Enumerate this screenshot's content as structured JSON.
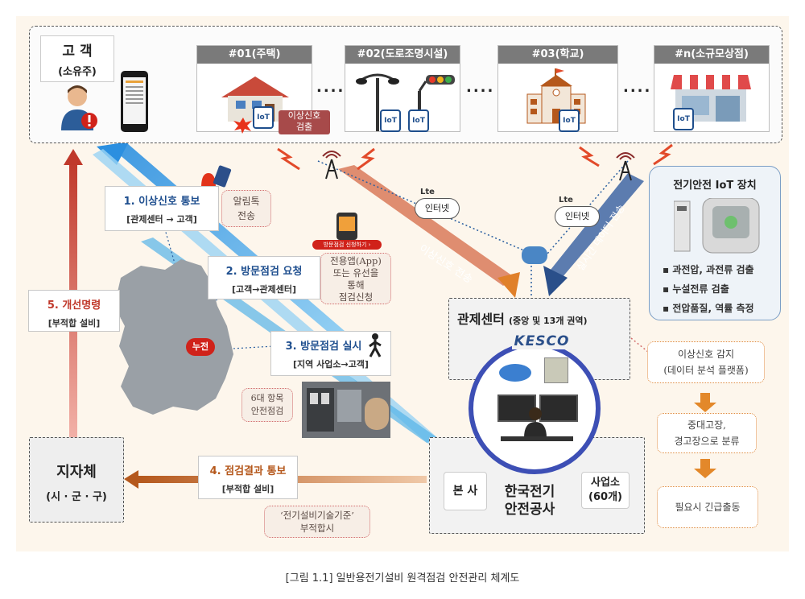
{
  "customer": {
    "title": "고 객",
    "subtitle": "(소유주)"
  },
  "sites": [
    {
      "label": "#01(주택)"
    },
    {
      "label": "#02(도로조명시설)"
    },
    {
      "label": "#03(학교)"
    },
    {
      "label": "#n(소규모상점)"
    }
  ],
  "ellipsis": "....",
  "iot_label": "IoT",
  "lte_label": "Lte",
  "anomaly_badge": "이상신호\n검출",
  "cloud_label": "인터넷",
  "arrow_anomaly": "이상신호 전송",
  "arrow_realtime": "실시간 데이터 전송",
  "iot_device": {
    "title": "전기안전 IoT 장치",
    "bullets": [
      "과전압, 과전류 검출",
      "누설전류 검출",
      "전압품질, 역률 측정"
    ]
  },
  "steps": {
    "s1": {
      "title": "1. 이상신호 통보",
      "sub": "[관제센터 → 고객]"
    },
    "s2": {
      "title": "2. 방문점검 요청",
      "sub": "[고객→관제센터]"
    },
    "s3": {
      "title": "3. 방문점검 실시",
      "sub": "[지역 사업소→고객]"
    },
    "s4": {
      "title": "4. 점검결과 통보",
      "sub": "[부적합 설비]"
    },
    "s5": {
      "title": "5. 개선명령",
      "sub": "[부적합 설비]"
    }
  },
  "callouts": {
    "c1": "알림톡\n전송",
    "c2": "전용앱(App)\n또는 유선을\n통해\n점검신청",
    "c3": "6대 항목\n안전점검",
    "c4": "‘전기설비기술기준’\n부적합시"
  },
  "app_badge": "방문점검 신청하기 ›",
  "leak_badge": "누전",
  "control_center": {
    "title": "관제센터",
    "sub": "(중앙 및 13개 권역)"
  },
  "kesco_logo": "KESCO",
  "flow": [
    "이상신호 감지\n(데이터 분석 플랫폼)",
    "중대고장,\n경고장으로 분류",
    "필요시 긴급출동"
  ],
  "kesco": {
    "hq": "본 사",
    "name": "한국전기\n안전공사",
    "branch": "사업소\n(60개)"
  },
  "local_gov": {
    "title": "지자체",
    "sub": "(시 · 군 · 구)"
  },
  "caption": "[그림 1.1] 일반용전기설비 원격점검 안전관리 체계도",
  "colors": {
    "blue_arrow": "#2f8fd8",
    "brown_arrow": "#b5581c",
    "red_arrow": "#c0392b",
    "dark_blue": "#2a4f8a",
    "orange": "#e3882a"
  }
}
